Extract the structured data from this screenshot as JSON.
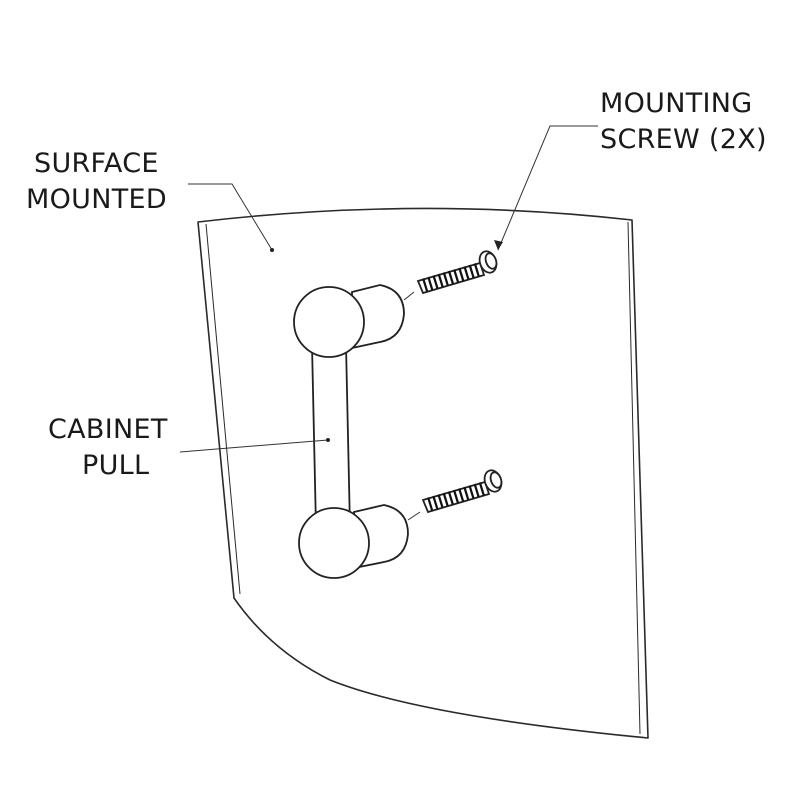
{
  "labels": {
    "surface": [
      "SURFACE",
      "MOUNTED"
    ],
    "screw": [
      "MOUNTING",
      "SCREW (2X)"
    ],
    "pull": [
      "CABINET",
      "PULL"
    ]
  },
  "colors": {
    "line": "#2a2a2a",
    "background": "#ffffff"
  }
}
